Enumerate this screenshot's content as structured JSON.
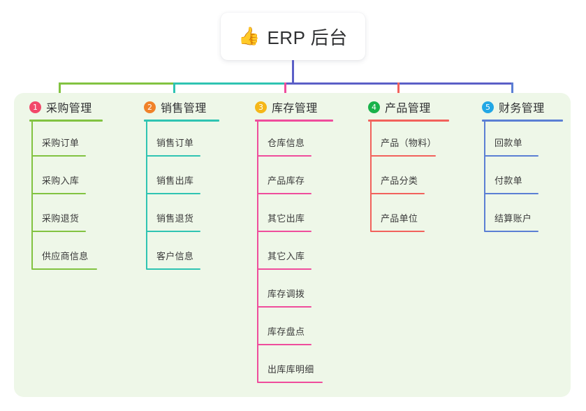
{
  "root": {
    "emoji": "👍",
    "icon_name": "thumbs-up-icon",
    "title": "ERP 后台"
  },
  "theme": {
    "page_background": "#ffffff",
    "panel_background": "#eef7e8",
    "card_background": "#ffffff",
    "title_text_color": "#303133",
    "item_text_color": "#3a3a3a",
    "root_connector_color": "#5b5fc7"
  },
  "columns": [
    {
      "index": "1",
      "title": "采购管理",
      "color": "#82c341",
      "badge_color": "#f2486a",
      "items": [
        "采购订单",
        "采购入库",
        "采购退货",
        "供应商信息"
      ]
    },
    {
      "index": "2",
      "title": "销售管理",
      "color": "#2fc4b2",
      "badge_color": "#f0822a",
      "items": [
        "销售订单",
        "销售出库",
        "销售退货",
        "客户信息"
      ]
    },
    {
      "index": "3",
      "title": "库存管理",
      "color": "#ef4d9c",
      "badge_color": "#f5b719",
      "items": [
        "仓库信息",
        "产品库存",
        "其它出库",
        "其它入库",
        "库存调拨",
        "库存盘点",
        "出库库明细"
      ]
    },
    {
      "index": "4",
      "title": "产品管理",
      "color": "#f2625c",
      "badge_color": "#19b24a",
      "items": [
        "产品（物料）",
        "产品分类",
        "产品单位"
      ]
    },
    {
      "index": "5",
      "title": "财务管理",
      "color": "#5b7fd4",
      "badge_color": "#22a7e5",
      "items": [
        "回款单",
        "付款单",
        "结算账户"
      ]
    }
  ]
}
